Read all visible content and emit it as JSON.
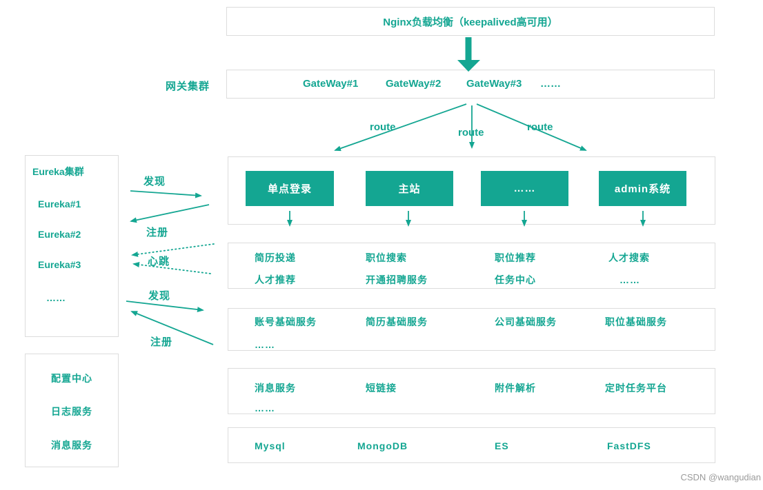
{
  "nginx": {
    "title": "Nginx负载均衡（keepalived高可用）"
  },
  "gateway": {
    "cluster_label": "网关集群",
    "nodes": [
      "GateWay#1",
      "GateWay#2",
      "GateWay#3",
      "……"
    ]
  },
  "route_labels": [
    "route",
    "route",
    "route"
  ],
  "eureka": {
    "title": "Eureka集群",
    "nodes": [
      "Eureka#1",
      "Eureka#2",
      "Eureka#3",
      "……"
    ]
  },
  "link_labels": {
    "discover_top": "发现",
    "register_top": "注册",
    "heartbeat": "心跳",
    "discover_bottom": "发现",
    "register_bottom": "注册"
  },
  "apps": [
    "单点登录",
    "主站",
    "……",
    "admin系统"
  ],
  "service_rows": {
    "business": {
      "line1": [
        "简历投递",
        "职位搜索",
        "职位推荐",
        "人才搜索"
      ],
      "line2": [
        "人才推荐",
        "开通招聘服务",
        "任务中心",
        "……"
      ]
    },
    "base": {
      "line1": [
        "账号基础服务",
        "简历基础服务",
        "公司基础服务",
        "职位基础服务"
      ],
      "line2": [
        "……"
      ]
    },
    "support": {
      "line1": [
        "消息服务",
        "短链接",
        "附件解析",
        "定时任务平台"
      ],
      "line2": [
        "……"
      ]
    },
    "storage": {
      "line1": [
        "Mysql",
        "MongoDB",
        "ES",
        "FastDFS"
      ]
    }
  },
  "infra": {
    "items": [
      "配置中心",
      "日志服务",
      "消息服务"
    ]
  },
  "watermark": "CSDN @wangudian",
  "colors": {
    "accent": "#14a692",
    "box_border": "#dcdcdc",
    "watermark_gray": "#9b9b9b"
  }
}
